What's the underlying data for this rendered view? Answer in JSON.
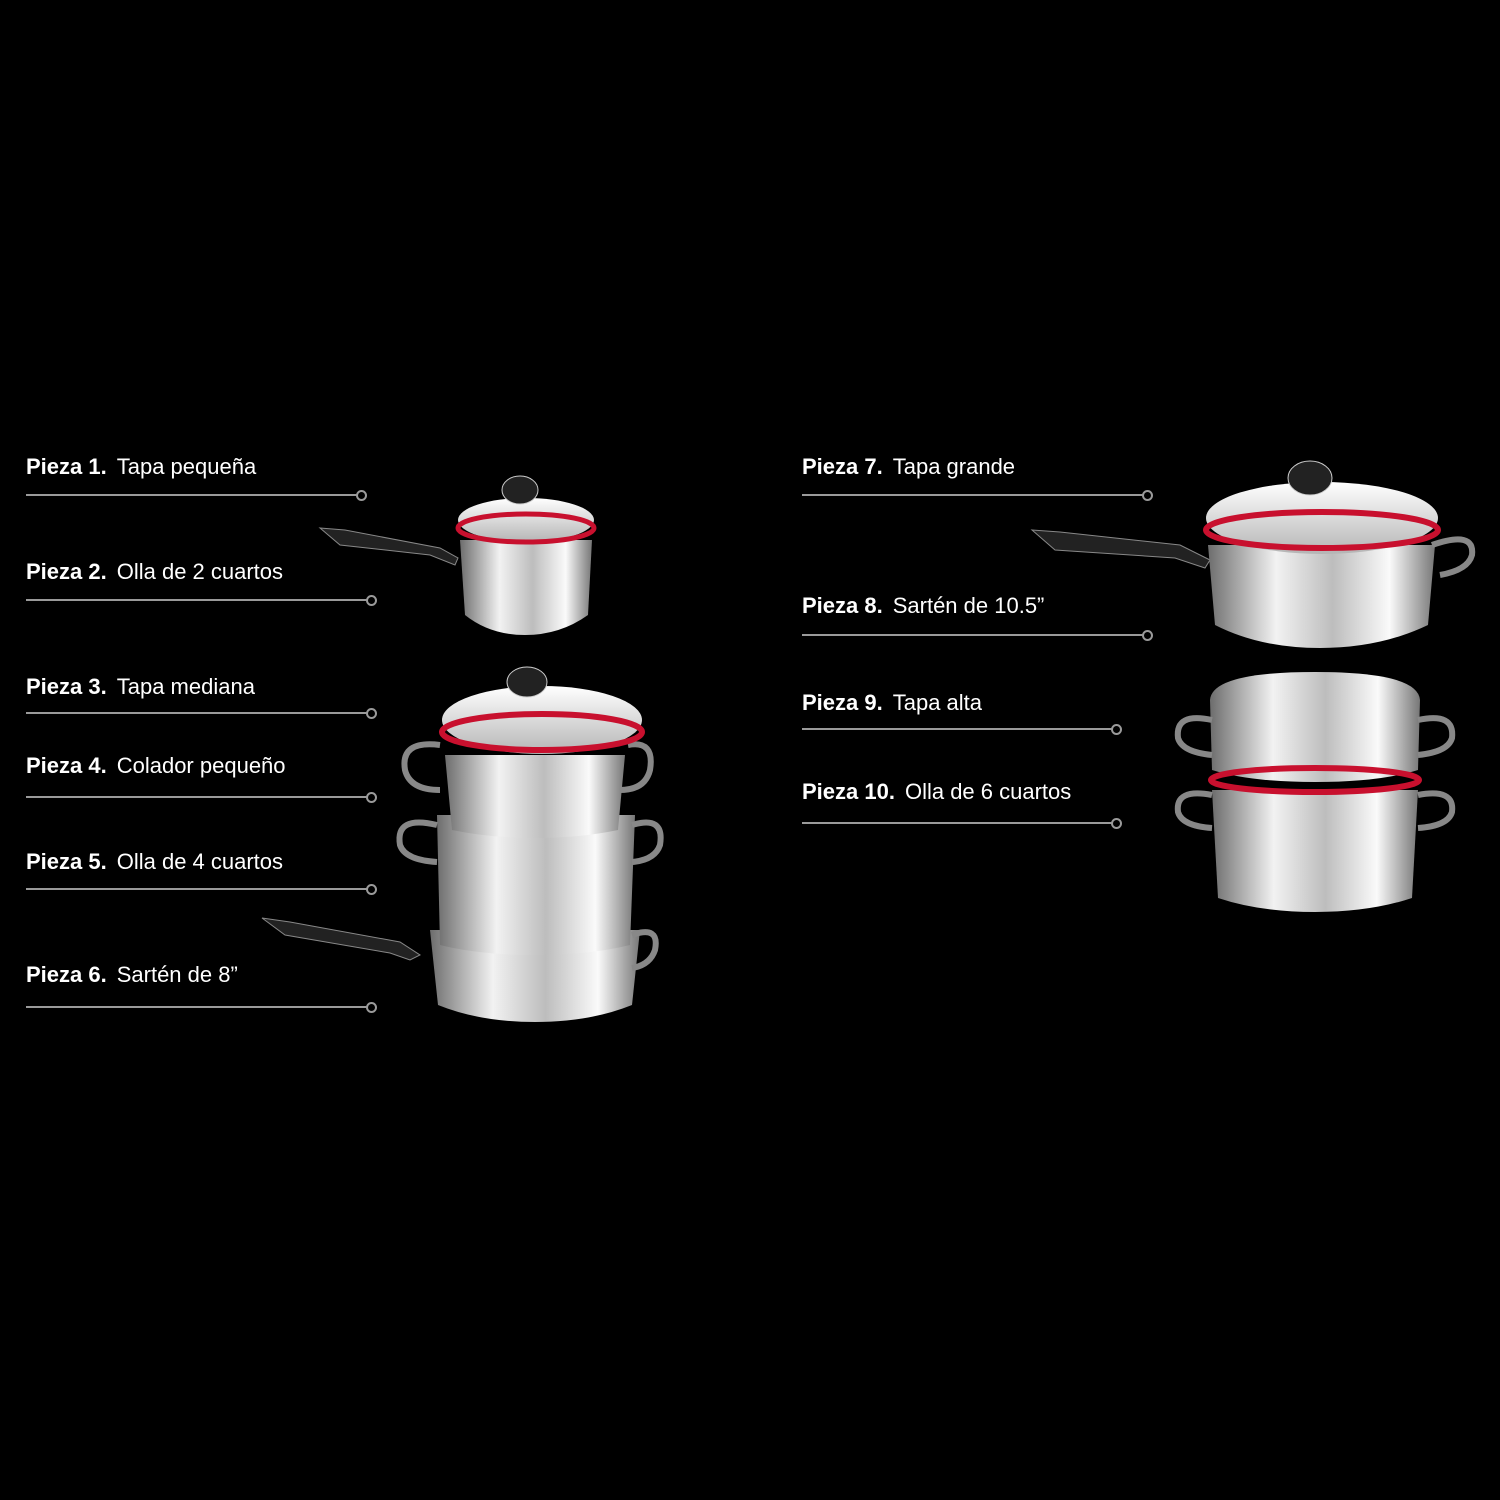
{
  "pieces": [
    {
      "num": "Pieza 1.",
      "name": "Tapa pequeña"
    },
    {
      "num": "Pieza 2.",
      "name": "Olla de 2 cuartos"
    },
    {
      "num": "Pieza 3.",
      "name": "Tapa mediana"
    },
    {
      "num": "Pieza 4.",
      "name": "Colador pequeño"
    },
    {
      "num": "Pieza 5.",
      "name": "Olla de 4 cuartos"
    },
    {
      "num": "Pieza 6.",
      "name": "Sartén de 8”"
    },
    {
      "num": "Pieza 7.",
      "name": "Tapa grande"
    },
    {
      "num": "Pieza 8.",
      "name": "Sartén de 10.5”"
    },
    {
      "num": "Pieza 9.",
      "name": "Tapa alta"
    },
    {
      "num": "Pieza 10.",
      "name": "Olla de 6 cuartos"
    }
  ],
  "colors": {
    "background": "#000000",
    "line": "#9a9a9a",
    "accent_red": "#c8102e"
  }
}
